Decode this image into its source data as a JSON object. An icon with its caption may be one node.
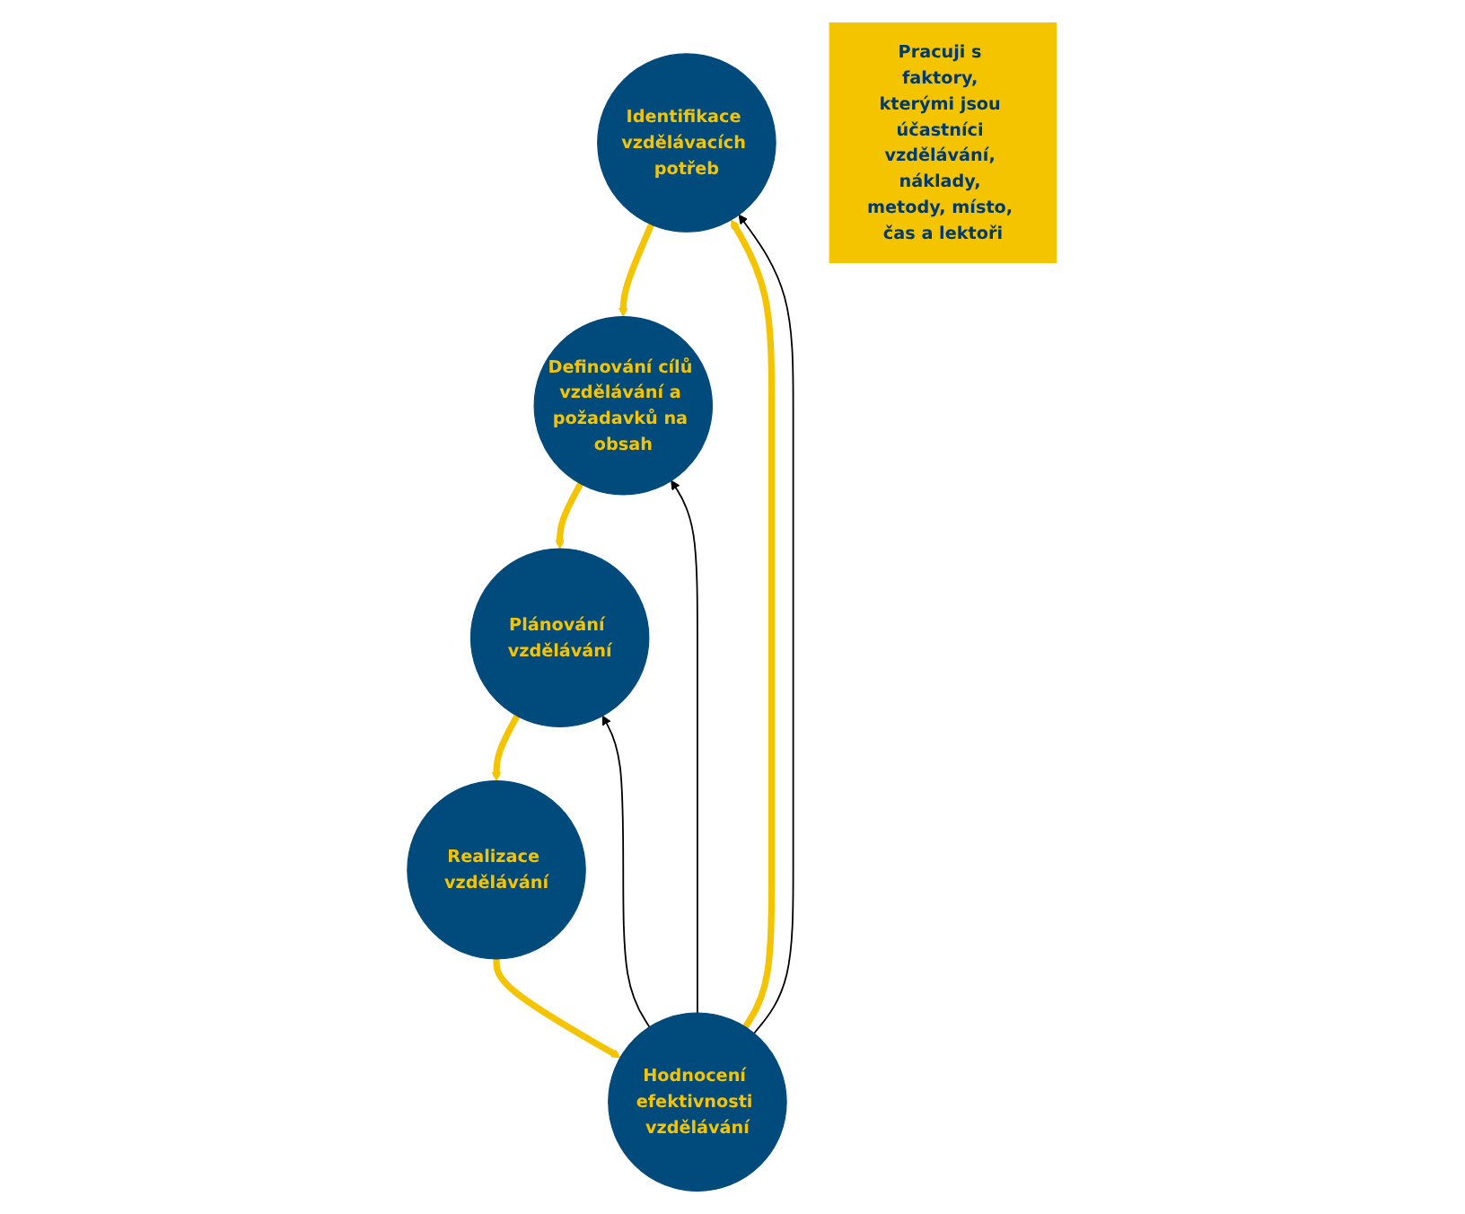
{
  "diagram": {
    "nodes": [
      {
        "text": [
          "Identifikace vzdělávacích potřeb"
        ]
      },
      {
        "text": [
          "Definování cílů vzdělávání a požadavků na obsah"
        ]
      },
      {
        "text": [
          "Plánování vzdělávání"
        ]
      },
      {
        "text": [
          "Realizace vzdělávání"
        ]
      },
      {
        "text": [
          "Hodnocení efektivnosti vzdělávání"
        ]
      },
      {
        "text": [
          "Pracuji s faktory, kterými jsou účastníci vzdělávání, náklady, metody, místo, čas a lektoři"
        ]
      }
    ],
    "edges": [
      {
        "from": 0,
        "to": 1,
        "arrow": "to"
      },
      {
        "from": 1,
        "to": 2,
        "arrow": "to"
      },
      {
        "from": 2,
        "to": 3,
        "arrow": "to"
      },
      {
        "from": 3,
        "to": 4,
        "arrow": "to"
      },
      {
        "from": 4,
        "to": 0,
        "arrow": "to"
      },
      {
        "from": 4,
        "to": 0,
        "arrow": "to",
        "color": "#000000"
      },
      {
        "from": 4,
        "to": 1,
        "arrow": "to",
        "color": "#000000"
      },
      {
        "from": 4,
        "to": 2,
        "arrow": "to",
        "color": "#000000"
      }
    ]
  }
}
